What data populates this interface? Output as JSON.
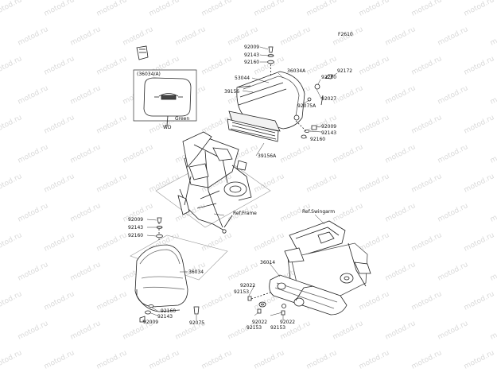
{
  "diagram": {
    "figure_code": "F2610",
    "watermark_text": "motod.ru",
    "inset": {
      "ref_label": "(36034/A)",
      "color_label": "Green",
      "code_label": "WD"
    },
    "reference_labels": {
      "frame": "Ref.Frame",
      "swingarm": "Ref.Swingarm"
    },
    "part_labels": {
      "p92009_top": "92009",
      "p92143_top": "92143",
      "p92160_top": "92160",
      "p36034A": "36034A",
      "p53044": "53044",
      "p92200": "92200",
      "p92172": "92172",
      "p39156": "39156",
      "p92027": "92027",
      "p92075A": "92075A",
      "p92009_mid": "92009",
      "p92143_mid": "92143",
      "p92160_mid": "92160",
      "p39156A": "39156A",
      "p92009_left": "92009",
      "p92143_left": "92143",
      "p92160_left": "92160",
      "p36034": "36034",
      "p92160_low": "92160",
      "p92143_low": "92143",
      "p92009_low": "92009",
      "p92075": "92075",
      "p36014": "36014",
      "p92022_a": "92022",
      "p92153_a": "92153",
      "p92022_b": "92022",
      "p92153_b": "92153",
      "p92022_c": "92022",
      "p92153_c": "92153"
    }
  }
}
